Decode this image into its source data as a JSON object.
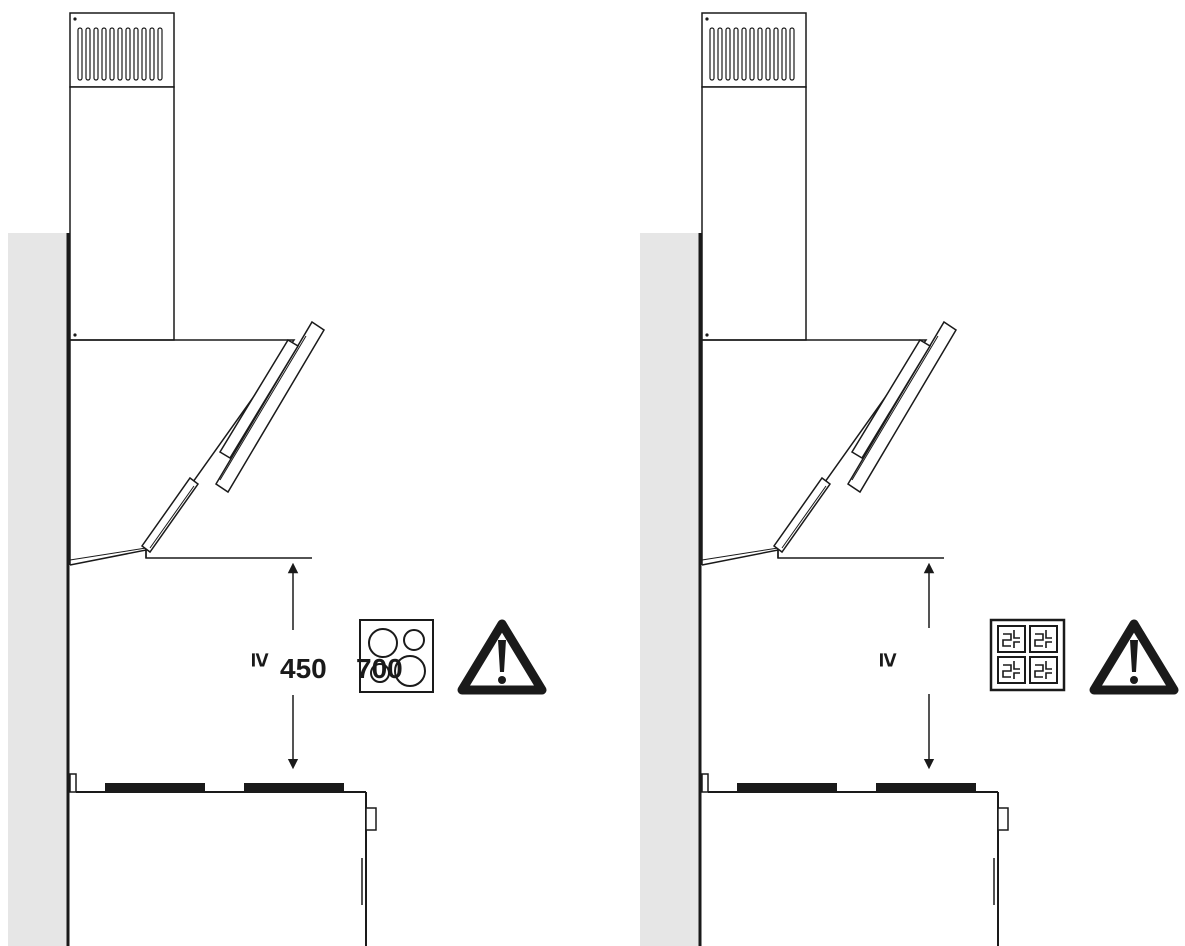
{
  "panels": [
    {
      "id": "electric-hob-panel",
      "ge_symbol": "≥",
      "min_distance": "450",
      "alt_distance": "700",
      "hob_icon": "ceramic-hob-icon",
      "warning_icon": "warning-triangle-icon"
    },
    {
      "id": "gas-hob-panel",
      "ge_symbol": "≥",
      "hob_icon": "gas-hob-icon",
      "warning_icon": "warning-triangle-icon"
    }
  ],
  "colors": {
    "wall": "#e6e6e6",
    "line": "#1a1a1a",
    "background": "#ffffff"
  }
}
